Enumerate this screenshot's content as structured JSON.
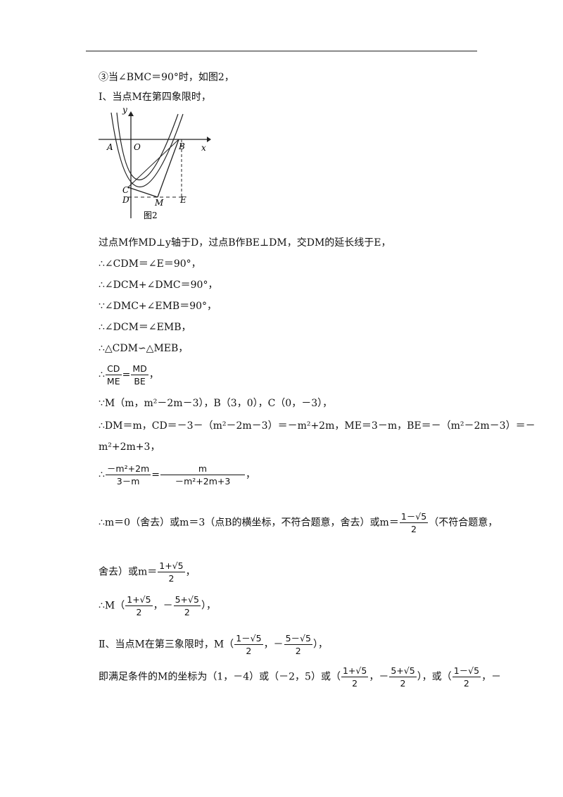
{
  "case3": "③当∠BMC＝90°时，如图2，",
  "case_i": "Ⅰ、当点M在第四象限时，",
  "figure": {
    "caption": "图2",
    "labels": {
      "y": "y",
      "x": "x",
      "A": "A",
      "O": "O",
      "B": "B",
      "C": "C",
      "D": "D",
      "M": "M",
      "E": "E"
    }
  },
  "construction": "过点M作MD⊥y轴于D，过点B作BE⊥DM，交DM的延长线于E，",
  "s1": "∴∠CDM＝∠E＝90°，",
  "s2": "∴∠DCM+∠DMC＝90°，",
  "s3": "∵∠DMC+∠EMB＝90°，",
  "s4": "∴∠DCM＝∠EMB，",
  "s5": "∴△CDM∽△MEB，",
  "ratio": {
    "prefix": "∴",
    "cd": "CD",
    "me": "ME",
    "md": "MD",
    "be": "BE",
    "suffix": "，"
  },
  "coords": "∵M（m，m²－2m－3），B（3，0），C（0，－3），",
  "expr_line1": "∴DM＝m，CD＝－3－（m²－2m－3）＝－m²+2m，ME＝3－m，BE＝－（m²－2m－3）＝－",
  "expr_line2": "m²+2m+3，",
  "eq": {
    "prefix": "∴",
    "lnum": "－m²+2m",
    "lden": "3－m",
    "rnum": "m",
    "rden": "－m²+2m+3",
    "suffix": "，"
  },
  "sol_line1": {
    "a": "∴m＝0（舍去）或m＝3（点B的横坐标，不符合题意，舍去）或m＝",
    "fnum": "1－√5",
    "fden": "2",
    "b": "（不符合题意，"
  },
  "sol_line2": {
    "a": "舍去）或m＝",
    "fnum": "1+√5",
    "fden": "2",
    "b": "，"
  },
  "m1": {
    "a": "∴M（",
    "x_num": "1+√5",
    "x_den": "2",
    "sep": "，－",
    "y_num": "5+√5",
    "y_den": "2",
    "b": "），"
  },
  "case_ii": {
    "a": "Ⅱ、当点M在第三象限时，M（",
    "x_num": "1－√5",
    "x_den": "2",
    "sep": "，－",
    "y_num": "5－√5",
    "y_den": "2",
    "b": "），"
  },
  "final": {
    "a": "即满足条件的M的坐标为（1，－4）或（－2，5）或（",
    "f1n": "1+√5",
    "f1d": "2",
    "sep1": "，－",
    "f2n": "5+√5",
    "f2d": "2",
    "mid": "），或（",
    "f3n": "1－√5",
    "f3d": "2",
    "end": "，－"
  }
}
